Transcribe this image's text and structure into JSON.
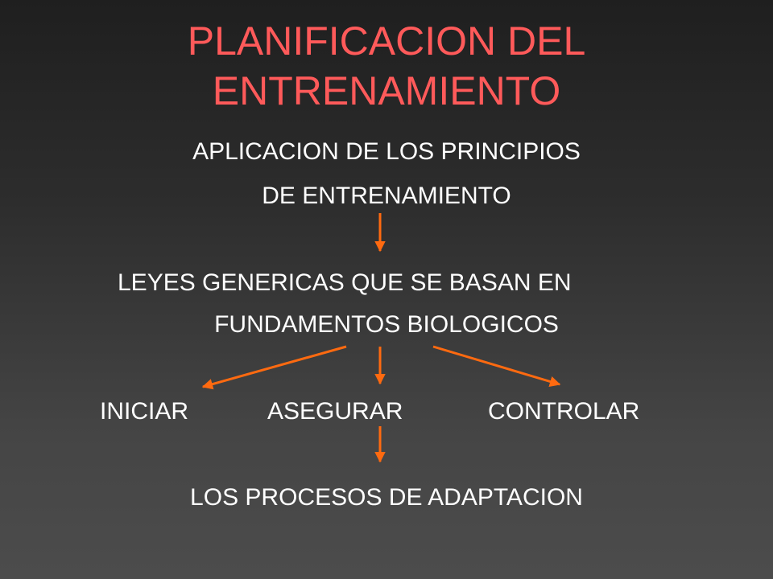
{
  "slide": {
    "title_line1": "PLANIFICACION DEL",
    "title_line2": "ENTRENAMIENTO",
    "principles_line1": "APLICACION DE LOS PRINCIPIOS",
    "principles_line2": "DE ENTRENAMIENTO",
    "laws_line1": "LEYES GENERICAS QUE SE BASAN EN",
    "laws_line2": "FUNDAMENTOS BIOLOGICOS",
    "branches": [
      "INICIAR",
      "ASEGURAR",
      "CONTROLAR"
    ],
    "result": "LOS PROCESOS DE ADAPTACION"
  },
  "colors": {
    "title": "#ff5a5a",
    "text": "#ffffff",
    "arrow": "#ff6a10",
    "background_top": "#1f1f1f",
    "background_bottom": "#4c4c4c"
  }
}
